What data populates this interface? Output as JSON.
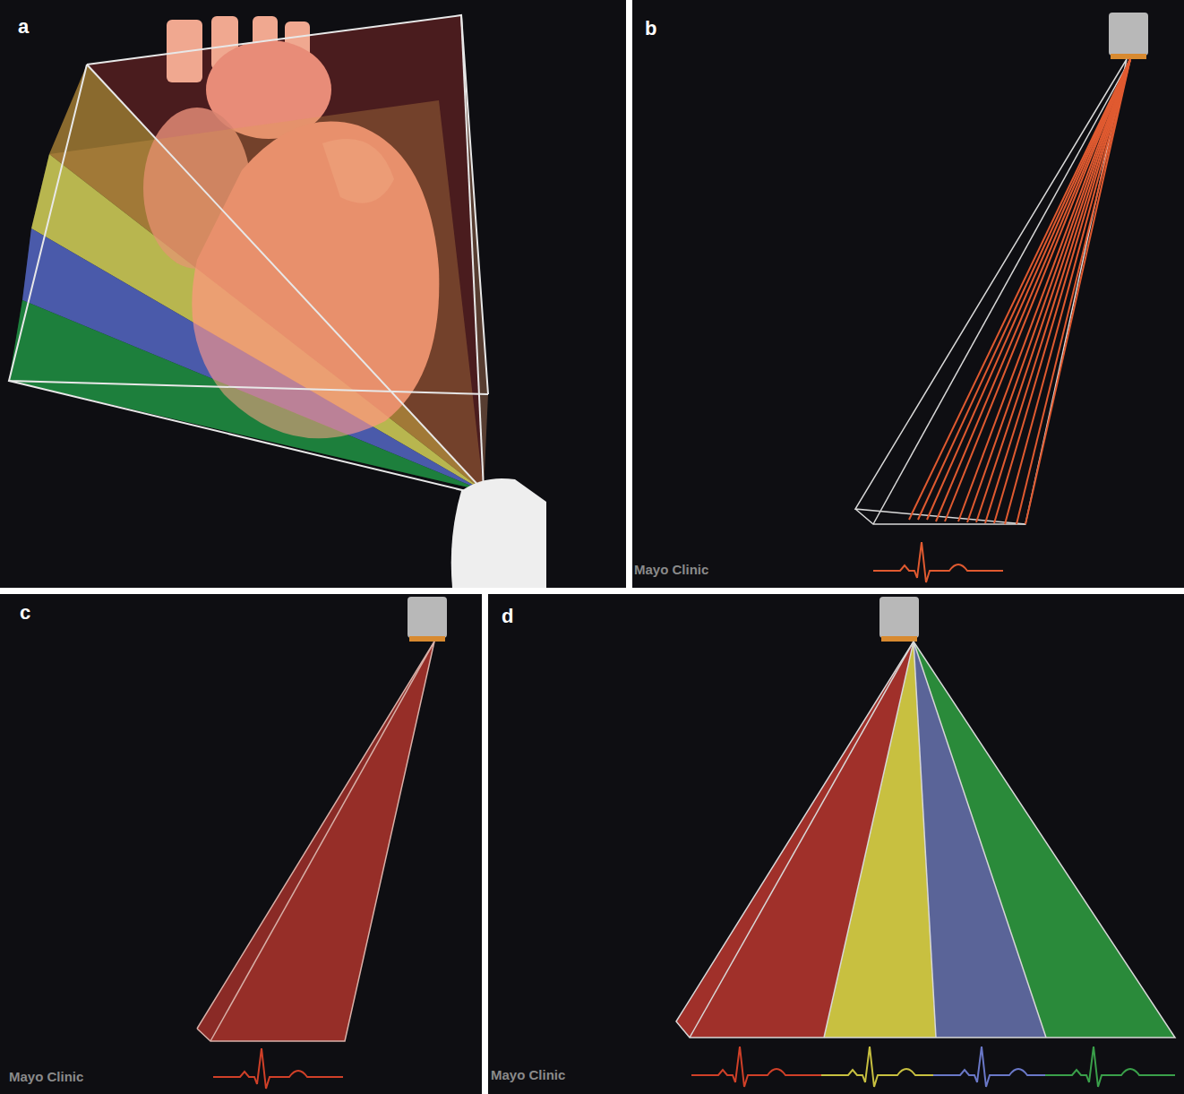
{
  "diagram": {
    "labels": [
      "a",
      "b",
      "c",
      "d",
      "Mayo Clinic",
      "Mayo Clinic",
      "Mayo Clinic"
    ]
  }
}
